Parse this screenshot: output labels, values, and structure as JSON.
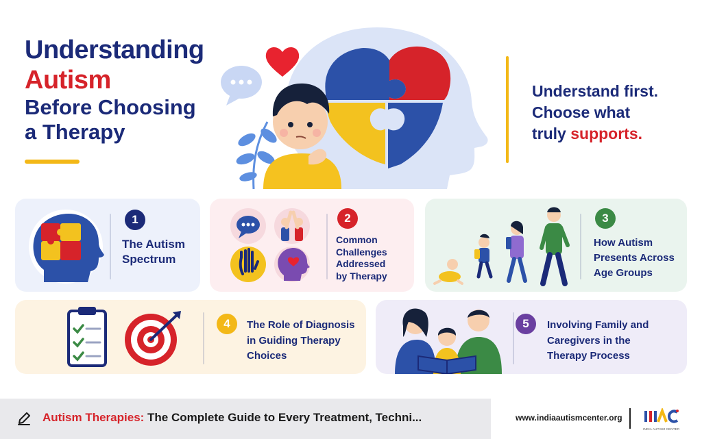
{
  "hero": {
    "title_line1": "Understanding",
    "title_line2": "Autism",
    "title_line3": "Before Choosing",
    "title_line4": "a Therapy"
  },
  "tagline": {
    "line1": "Understand first.",
    "line2": "Choose what",
    "line3_prefix": "truly ",
    "line3_highlight": "supports."
  },
  "cards": [
    {
      "number": "1",
      "title_lines": [
        "The Autism",
        "Spectrum"
      ]
    },
    {
      "number": "2",
      "title_lines": [
        "Common",
        "Challenges",
        "Addressed",
        "by Therapy"
      ]
    },
    {
      "number": "3",
      "title_lines": [
        "How Autism",
        "Presents Across",
        "Age Groups"
      ]
    },
    {
      "number": "4",
      "title_lines": [
        "The Role of Diagnosis",
        "in Guiding Therapy",
        "Choices"
      ]
    },
    {
      "number": "5",
      "title_lines": [
        "Involving Family and",
        "Caregivers in the",
        "Therapy Process"
      ]
    }
  ],
  "footer": {
    "title_highlight": "Autism Therapies:",
    "title_rest": " The Complete Guide to Every Treatment, Techni...",
    "url": "www.indiaautismcenter.org",
    "logo_caption": "INDIA AUTISM CENTER"
  },
  "colors": {
    "navy": "#1b2a78",
    "red": "#d6232a",
    "yellow": "#f3b817",
    "green": "#3b8a45",
    "purple": "#6a3fa0"
  }
}
